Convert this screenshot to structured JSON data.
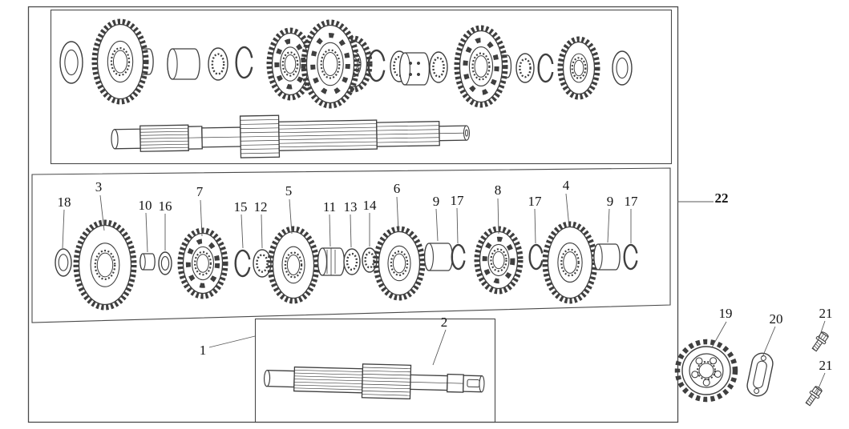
{
  "colors": {
    "ink": "#3f3f3f",
    "frame": "#4a4a4a",
    "leader": "#5a5a5a",
    "background": "#ffffff",
    "label_text": "#141414"
  },
  "callouts": [
    {
      "label": "18"
    },
    {
      "label": "3"
    },
    {
      "label": "10"
    },
    {
      "label": "16"
    },
    {
      "label": "7"
    },
    {
      "label": "15"
    },
    {
      "label": "12"
    },
    {
      "label": "5"
    },
    {
      "label": "11"
    },
    {
      "label": "13"
    },
    {
      "label": "14"
    },
    {
      "label": "6"
    },
    {
      "label": "9"
    },
    {
      "label": "17"
    },
    {
      "label": "8"
    },
    {
      "label": "17"
    },
    {
      "label": "4"
    },
    {
      "label": "9"
    },
    {
      "label": "17"
    },
    {
      "label": "1"
    },
    {
      "label": "2"
    },
    {
      "label": "22"
    },
    {
      "label": "19"
    },
    {
      "label": "20"
    },
    {
      "label": "21"
    },
    {
      "label": "21"
    }
  ]
}
